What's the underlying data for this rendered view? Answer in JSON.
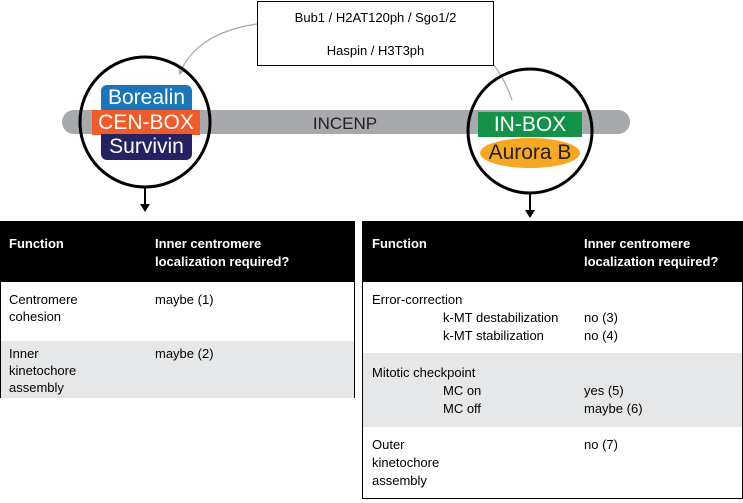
{
  "upstream": {
    "line1": "Bub1 / H2AT120ph / Sgo1/2",
    "line2": "Haspin / H3T3ph"
  },
  "incenp": {
    "label": "INCENP"
  },
  "cen_module": {
    "borealin": "Borealin",
    "cen_box": "CEN-BOX",
    "survivin": "Survivin"
  },
  "in_module": {
    "in_box": "IN-BOX",
    "aurora_b": "Aurora B"
  },
  "colors": {
    "borealin": "#1b75bb",
    "cen_box": "#f15a29",
    "survivin": "#262262",
    "in_box": "#15924a",
    "aurora_b": "#f7a823",
    "incenp_bar": "#a7a9ac",
    "row_shade": "#e6e7e8"
  },
  "left_table": {
    "header": {
      "function": "Function",
      "required_1": "Inner centromere",
      "required_2": "localization required?"
    },
    "rows": [
      {
        "f1": "Centromere",
        "f2": "cohesion",
        "f3": "",
        "value": "maybe (1)"
      },
      {
        "f1": "Inner",
        "f2": "kinetochore",
        "f3": "assembly",
        "value": "maybe (2)"
      }
    ]
  },
  "right_table": {
    "header": {
      "function": "Function",
      "required_1": "Inner centromere",
      "required_2": "localization required?"
    },
    "error_correction": {
      "title": "Error-correction",
      "sub1": "k-MT destabilization",
      "val1": "no (3)",
      "sub2": "k-MT stabilization",
      "val2": "no (4)"
    },
    "mitotic_checkpoint": {
      "title": "Mitotic checkpoint",
      "sub1": "MC on",
      "val1": "yes (5)",
      "sub2": "MC off",
      "val2": "maybe (6)"
    },
    "outer": {
      "f1": "Outer",
      "f2": "kinetochore",
      "f3": "assembly",
      "value": "no (7)"
    }
  }
}
